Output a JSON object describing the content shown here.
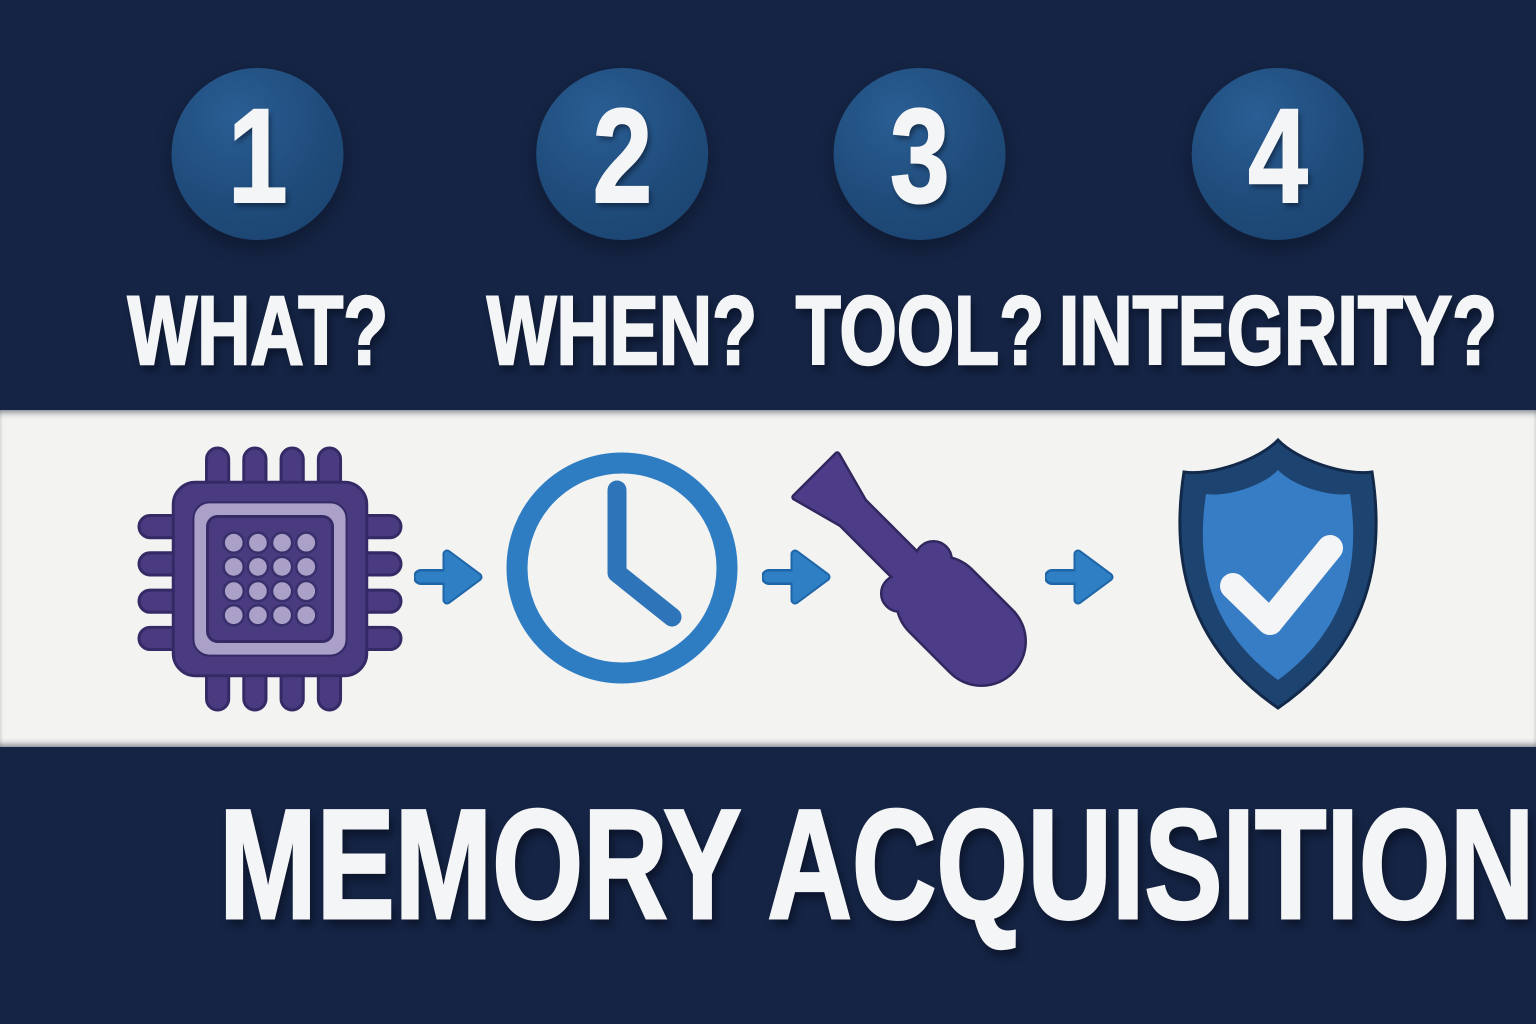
{
  "title": "MEMORY ACQUISITION",
  "steps": [
    {
      "number": "1",
      "label": "WHAT?",
      "icon": "cpu-chip-icon"
    },
    {
      "number": "2",
      "label": "WHEN?",
      "icon": "clock-icon"
    },
    {
      "number": "3",
      "label": "TOOL?",
      "icon": "screwdriver-icon"
    },
    {
      "number": "4",
      "label": "INTEGRITY?",
      "icon": "shield-check-icon"
    }
  ],
  "flow": {
    "arrow_icon": "arrow-right-icon"
  },
  "colors": {
    "background_navy": "#152444",
    "band_white": "#f3f3f1",
    "circle_blue": "#1f4b7a",
    "circle_blue_light": "#2a5e94",
    "text_white": "#f4f5f6",
    "arrow_blue": "#2e7fc4",
    "arrow_blue_dark": "#1f66a8",
    "clock_blue": "#2e7cc2",
    "clock_hand_blue": "#2e74b8",
    "chip_purple": "#4a3a80",
    "chip_purple_dark": "#362a66",
    "chip_purple_light": "#aaa0c8",
    "screwdriver_purple": "#4d3d88",
    "screwdriver_purple_dark": "#31265e",
    "shield_dark_blue": "#1d4370",
    "shield_blue": "#377dc6",
    "check_white": "#f4f5f6"
  }
}
